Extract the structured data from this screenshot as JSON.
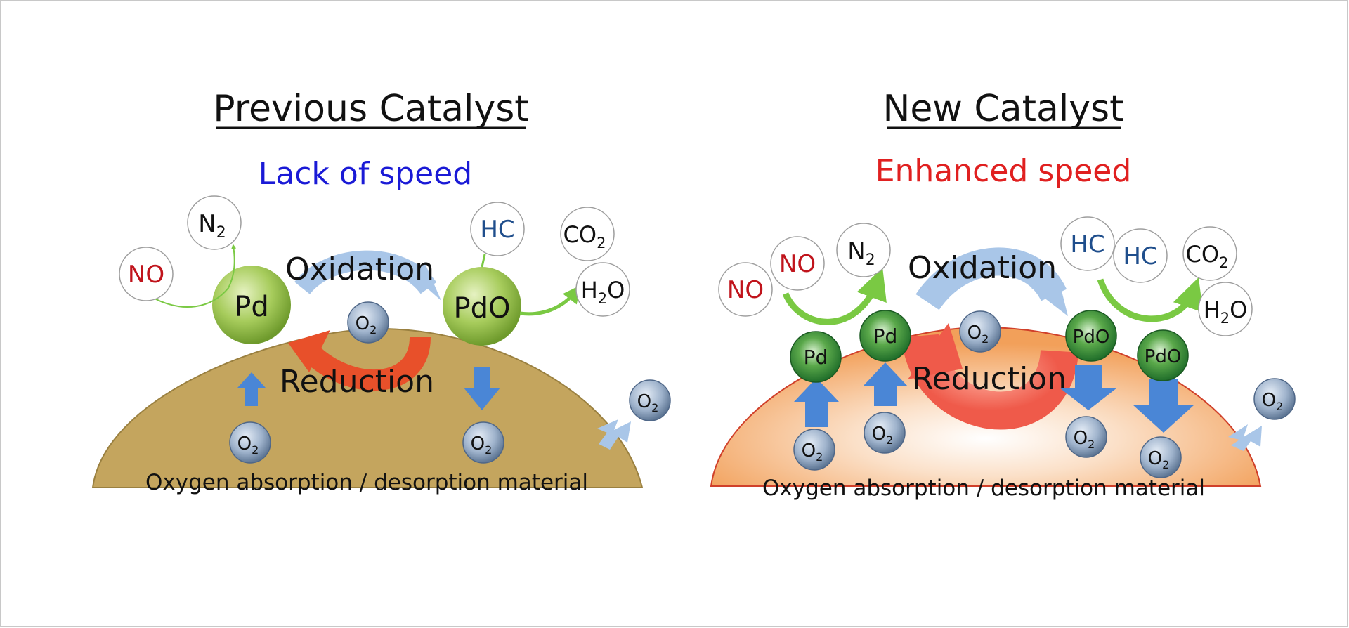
{
  "left_panel": {
    "title": "Previous Catalyst",
    "subtitle": "Lack of speed",
    "subtitle_color": "#1a1ad6",
    "oxidation_label": "Oxidation",
    "reduction_label": "Reduction",
    "support_label": "Oxygen absorption / desorption material",
    "support_color": "#c4a55e",
    "pd_label": "Pd",
    "pdo_label": "PdO",
    "molecules": {
      "no": "NO",
      "n2_base": "N",
      "n2_sub": "2",
      "hc": "HC",
      "co2_base": "CO",
      "co2_sub": "2",
      "h2o_pre": "H",
      "h2o_sub": "2",
      "h2o_post": "O",
      "o2_base": "O",
      "o2_sub": "2"
    }
  },
  "right_panel": {
    "title": "New Catalyst",
    "subtitle": "Enhanced speed",
    "subtitle_color": "#e02020",
    "oxidation_label": "Oxidation",
    "reduction_label": "Reduction",
    "support_label": "Oxygen absorption / desorption material",
    "support_color": "#f2a05a",
    "pd_label": "Pd",
    "pdo_label": "PdO",
    "molecules": {
      "no": "NO",
      "n2_base": "N",
      "n2_sub": "2",
      "hc": "HC",
      "co2_base": "CO",
      "co2_sub": "2",
      "h2o_pre": "H",
      "h2o_sub": "2",
      "h2o_post": "O",
      "o2_base": "O",
      "o2_sub": "2"
    }
  },
  "colors": {
    "no_text": "#c0141c",
    "hc_text": "#1f4e8c",
    "arrow_blue": "#4a86d6",
    "arrow_light_blue": "#a9c6e8",
    "arrow_red": "#e8502a",
    "arrow_green": "#7ac943"
  }
}
